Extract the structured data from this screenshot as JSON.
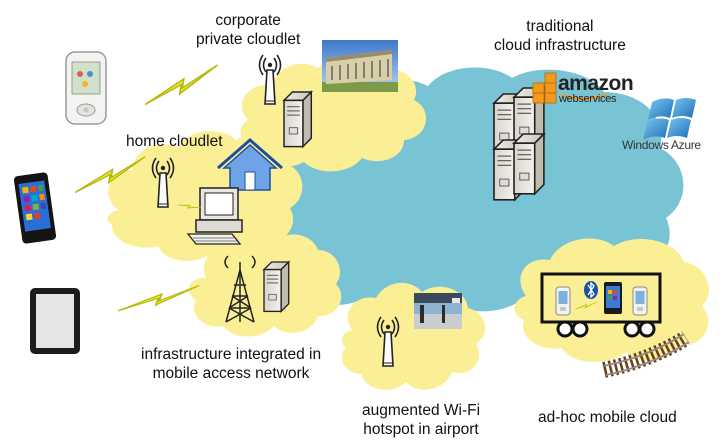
{
  "labels": {
    "corporate": [
      "corporate",
      "private cloudlet"
    ],
    "traditional": [
      "traditional",
      "cloud infrastructure"
    ],
    "home": [
      "home cloudlet"
    ],
    "infrastructure": [
      "infrastructure integrated in",
      "mobile access network"
    ],
    "wifi": [
      "augmented Wi-Fi",
      "hotspot in airport"
    ],
    "adhoc": [
      "ad-hoc mobile cloud"
    ]
  },
  "logos": {
    "amazon_word": "amazon",
    "amazon_sub": "webservices",
    "azure_text": "Windows Azure"
  },
  "colors": {
    "central_cloud": "#79c4d4",
    "cloudlet": "#fbef96",
    "lightning": "#e8ec2a",
    "aws_orange": "#f29a1e",
    "azure_blue": "#2a7dc0",
    "bluetooth_blue": "#1a52a8"
  },
  "icons": [
    "smartphone-icon",
    "tablet-icon",
    "server-icon",
    "antenna-icon",
    "cell-tower-icon",
    "house-icon",
    "desktop-computer-icon",
    "bluetooth-icon",
    "train-track-icon",
    "lightning-icon"
  ]
}
